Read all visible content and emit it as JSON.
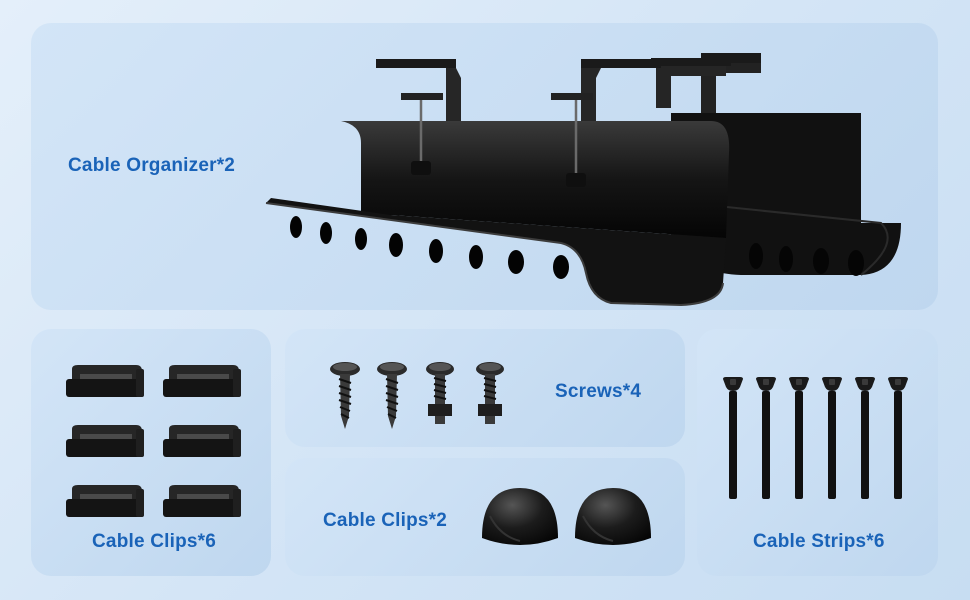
{
  "panels": {
    "organizer": {
      "label": "Cable Organizer*2",
      "icon": "cable-tray-icon"
    },
    "clips_small": {
      "label": "Cable Clips*6",
      "count": 6,
      "icon": "adhesive-clip-icon"
    },
    "screws": {
      "label": "Screws*4",
      "count": 4,
      "icon": "screw-icon"
    },
    "clips_round": {
      "label": "Cable Clips*2",
      "count": 2,
      "icon": "dome-clip-icon"
    },
    "strips": {
      "label": "Cable Strips*6",
      "count": 6,
      "icon": "velcro-strip-icon"
    }
  },
  "colors": {
    "text": "#1a63b8",
    "part": "#1c1c1c"
  }
}
